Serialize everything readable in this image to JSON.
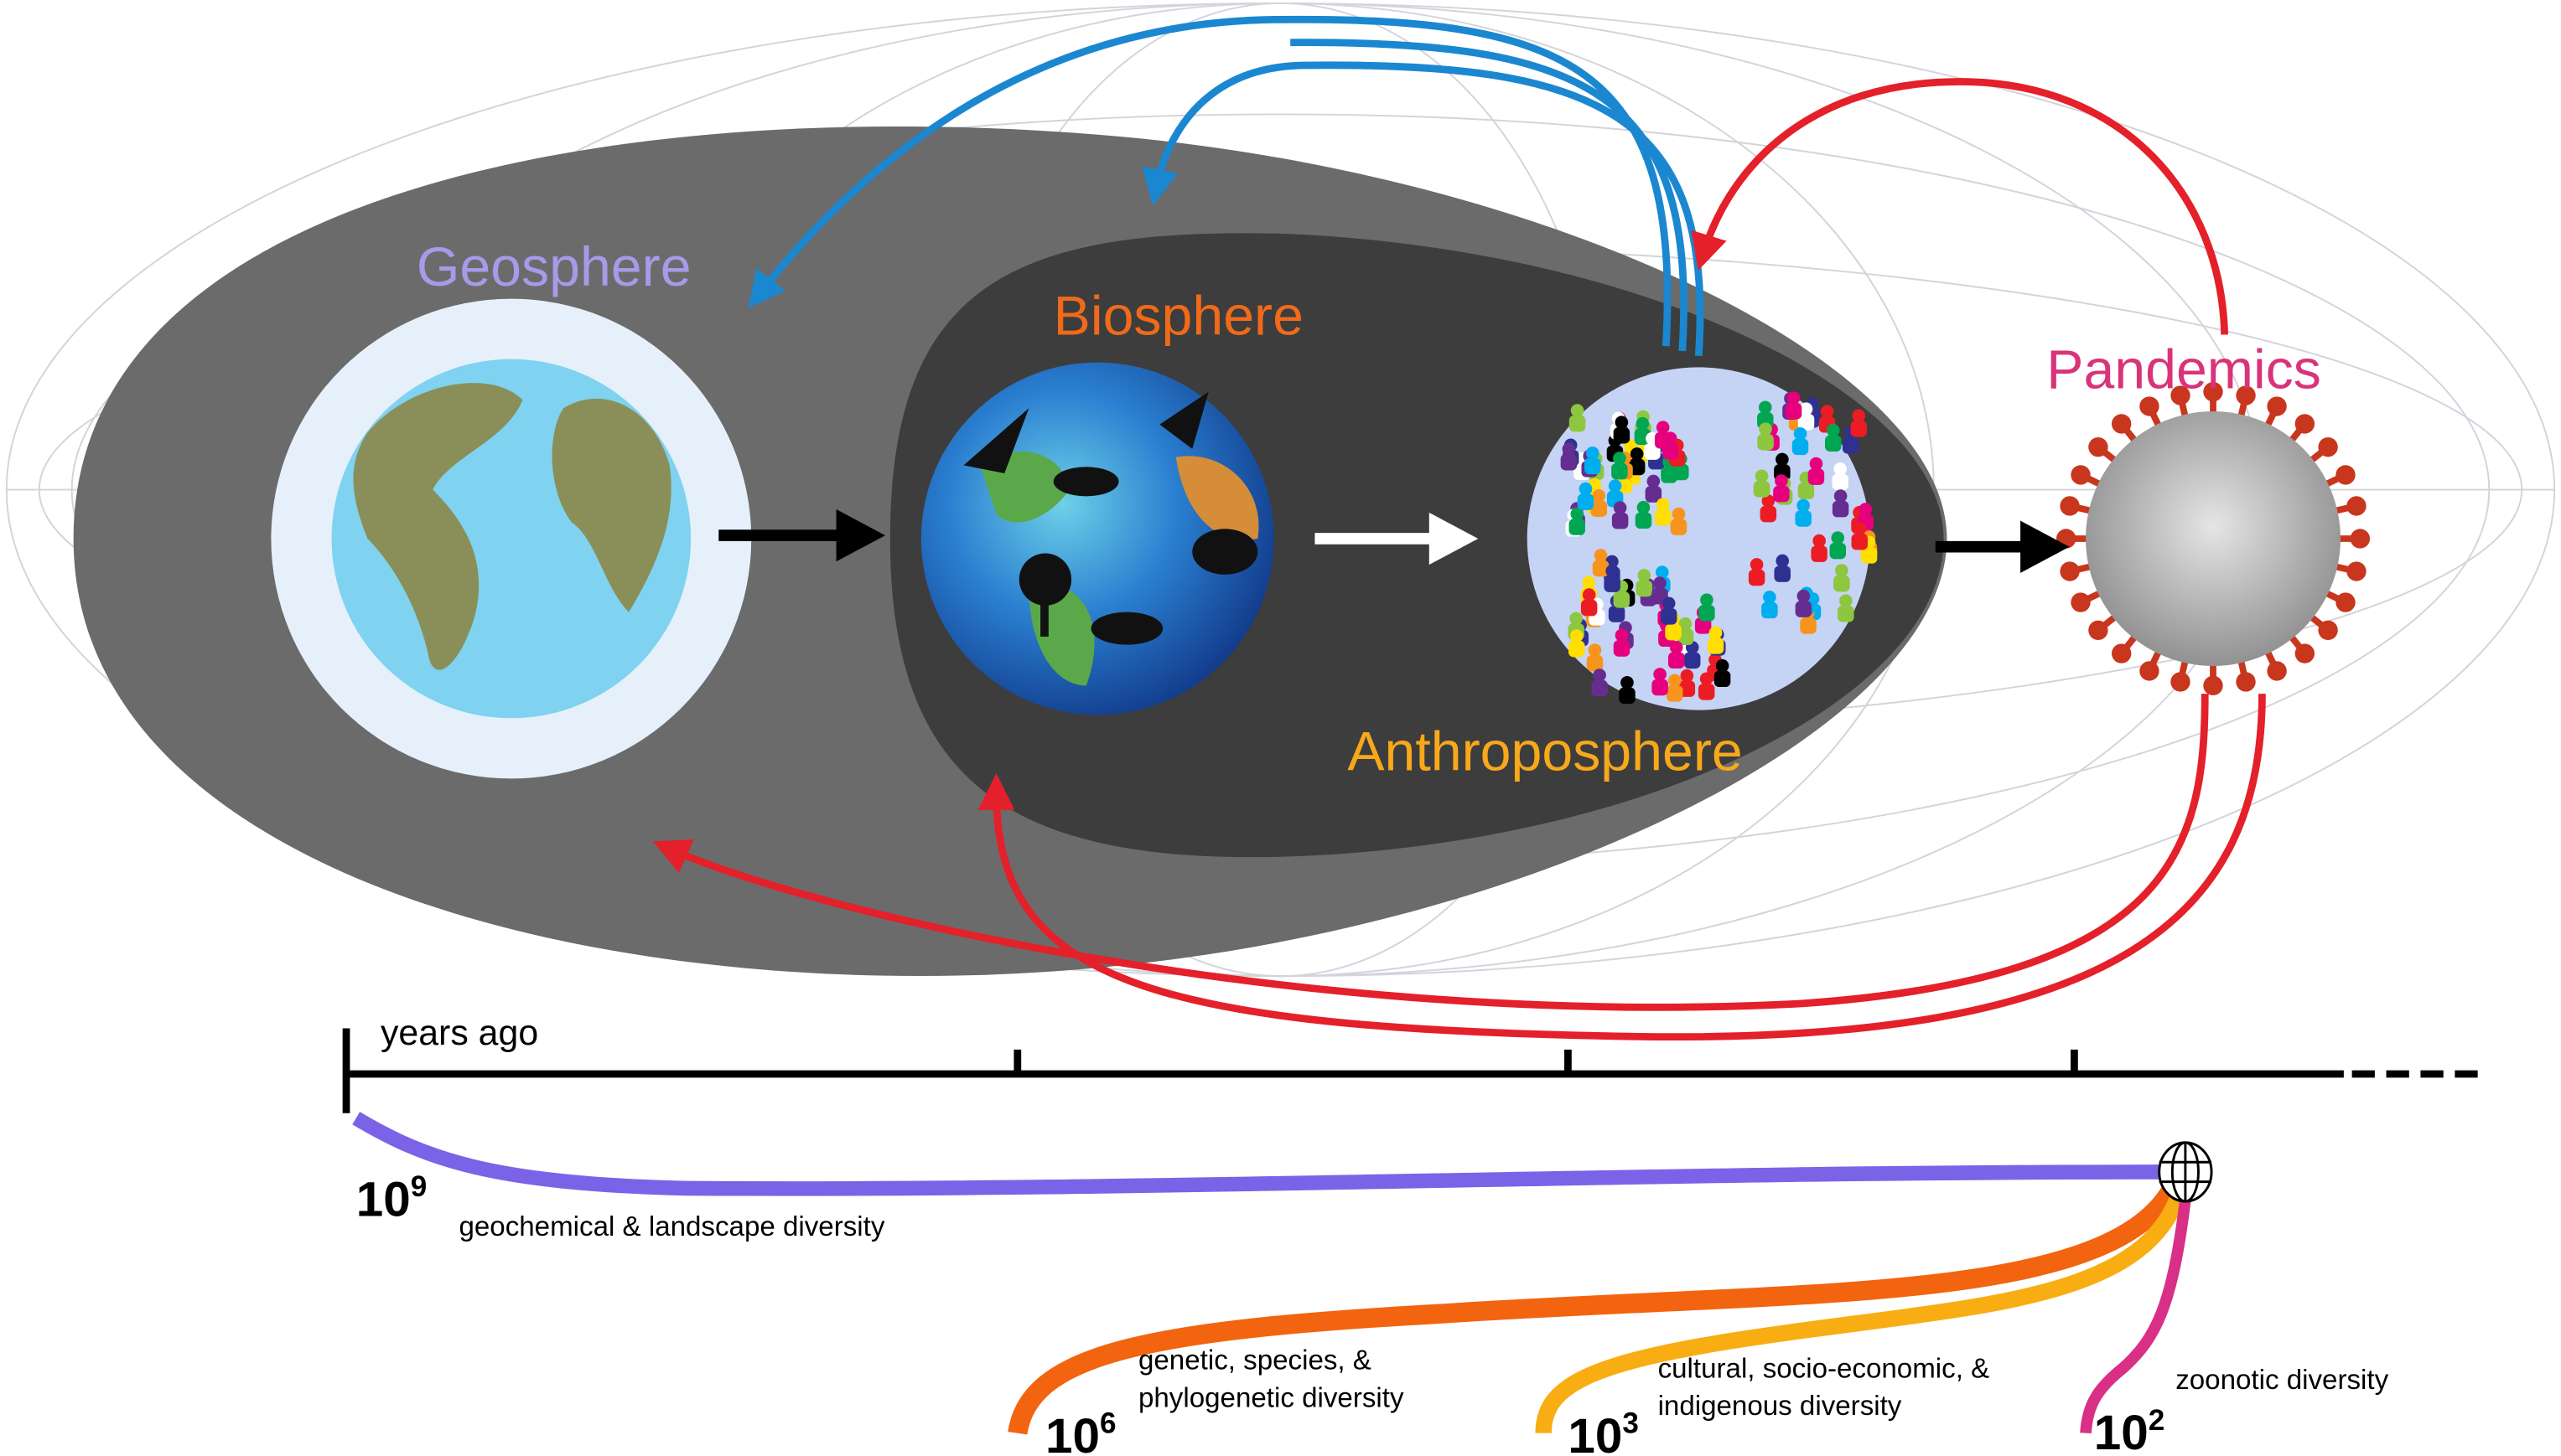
{
  "spheres": {
    "geosphere": {
      "label": "Geosphere",
      "color": "#a79ae8"
    },
    "biosphere": {
      "label": "Biosphere",
      "color": "#f06a1a"
    },
    "anthroposphere": {
      "label": "Anthroposphere",
      "color": "#f7a81b"
    },
    "pandemics": {
      "label": "Pandemics",
      "color": "#d9337a"
    }
  },
  "timeline": {
    "label": "years ago",
    "scales": [
      {
        "base": "10",
        "exp": "9",
        "label": "geochemical & landscape diversity",
        "color": "#7b63e8"
      },
      {
        "base": "10",
        "exp": "6",
        "label_line1": "genetic, species, &",
        "label_line2": "phylogenetic diversity",
        "color": "#f2640f"
      },
      {
        "base": "10",
        "exp": "3",
        "label_line1": "cultural, socio-economic, &",
        "label_line2": "indigenous diversity",
        "color": "#f8ad12"
      },
      {
        "base": "10",
        "exp": "2",
        "label": "zoonotic diversity",
        "color": "#d92f87"
      }
    ]
  },
  "colors": {
    "feedback_blue": "#1b87d0",
    "feedback_red": "#e4202a",
    "outer_shape": "#6b6b6b",
    "inner_shape": "#3d3d3d"
  }
}
